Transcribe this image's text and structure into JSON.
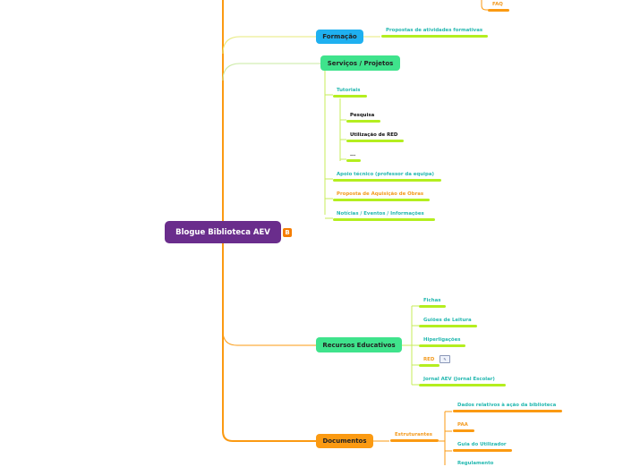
{
  "root": {
    "label": "Blogue Biblioteca AEV"
  },
  "top": {
    "faq_label": "FAQ"
  },
  "formacao": {
    "label": "Formação",
    "children": [
      "Propostas de atividades formativas"
    ]
  },
  "servicos": {
    "label": "Serviços / Projetos",
    "tutoriais": "Tutoriais",
    "tutoriais_children": [
      "Pesquisa",
      "Utilização de RED",
      "..."
    ],
    "children": [
      "Apoio técnico (professor da equipa)",
      "Proposta de Aquisição de Obras",
      "Notícias / Eventos / Informações"
    ]
  },
  "recursos": {
    "label": "Recursos Educativos",
    "children": [
      "Fichas",
      "Guiões de Leitura",
      "Hiperligações",
      "RED",
      "Jornal AEV (Jornal Escolar)"
    ]
  },
  "documentos": {
    "label": "Documentos",
    "estruturantes": "Estruturantes",
    "children": [
      "Dados relativos à ação da biblioteca",
      "PAA",
      "Guia do Utilizador",
      "Regulamento"
    ]
  },
  "colors": {
    "root": "#6a2d8c",
    "trunk": "#fb9a12",
    "formacao": "#1fb0f0",
    "servicos": "#3fe38c",
    "documentos": "#fb9a12",
    "underline": "#b4ee1f"
  },
  "icons": {
    "blog": "blogger-icon",
    "red_note": "note-icon"
  }
}
